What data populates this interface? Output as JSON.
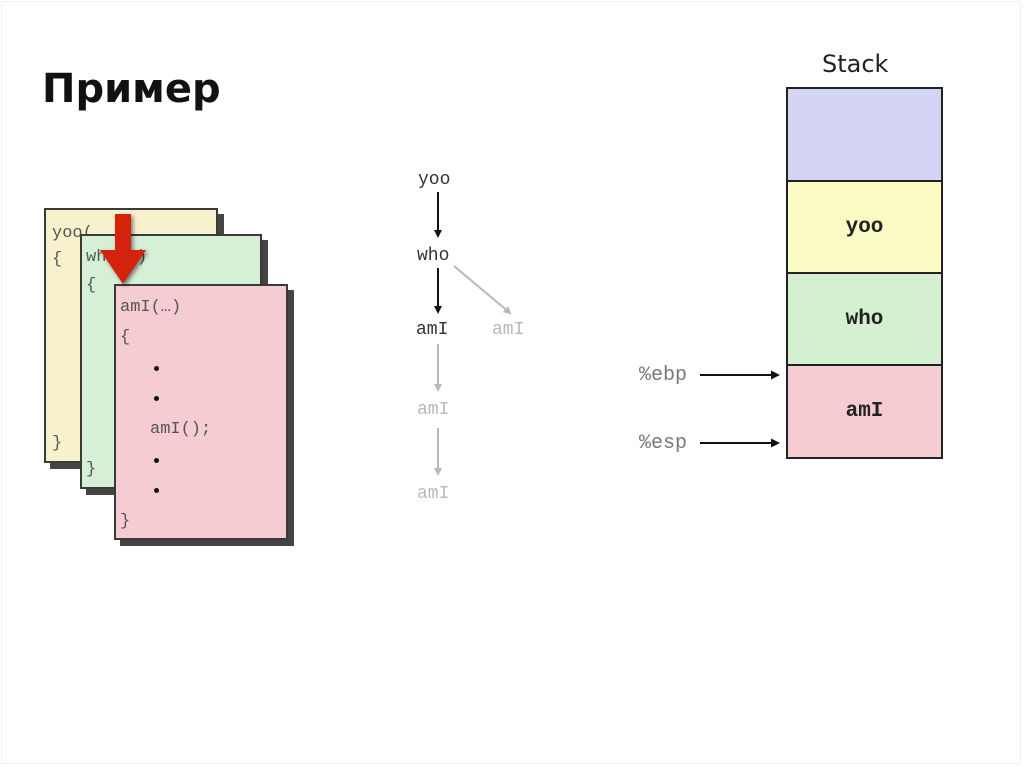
{
  "slide": {
    "title": "Пример"
  },
  "code_frames": {
    "yoo": {
      "header": "yoo(",
      "open_brace": "{",
      "close_brace": "}",
      "color": "#f8f2cc"
    },
    "who": {
      "header": "who(…)",
      "open_brace": "{",
      "close_brace": "}",
      "color": "#d6f0d8"
    },
    "ami": {
      "header": "amI(…)",
      "open_brace": "{",
      "call": "amI();",
      "close_brace": "}",
      "color": "#f4ccd2"
    },
    "arrow_icon": "down-arrow-icon",
    "arrow_color": "#d42010"
  },
  "call_tree": {
    "nodes": [
      {
        "label": "yoo",
        "state": "active"
      },
      {
        "label": "who",
        "state": "active"
      },
      {
        "label": "amI",
        "state": "active"
      },
      {
        "label": "amI",
        "state": "faded"
      },
      {
        "label": "amI",
        "state": "faded"
      },
      {
        "label": "amI",
        "state": "faded"
      }
    ]
  },
  "stack": {
    "title": "Stack",
    "cells": [
      {
        "label": "",
        "color": "#d4d4f4"
      },
      {
        "label": "yoo",
        "color": "#fafac4"
      },
      {
        "label": "who",
        "color": "#d4f0d0"
      },
      {
        "label": "amI",
        "color": "#f4ccd2"
      }
    ],
    "registers": [
      {
        "label": "%ebp"
      },
      {
        "label": "%esp"
      }
    ]
  }
}
